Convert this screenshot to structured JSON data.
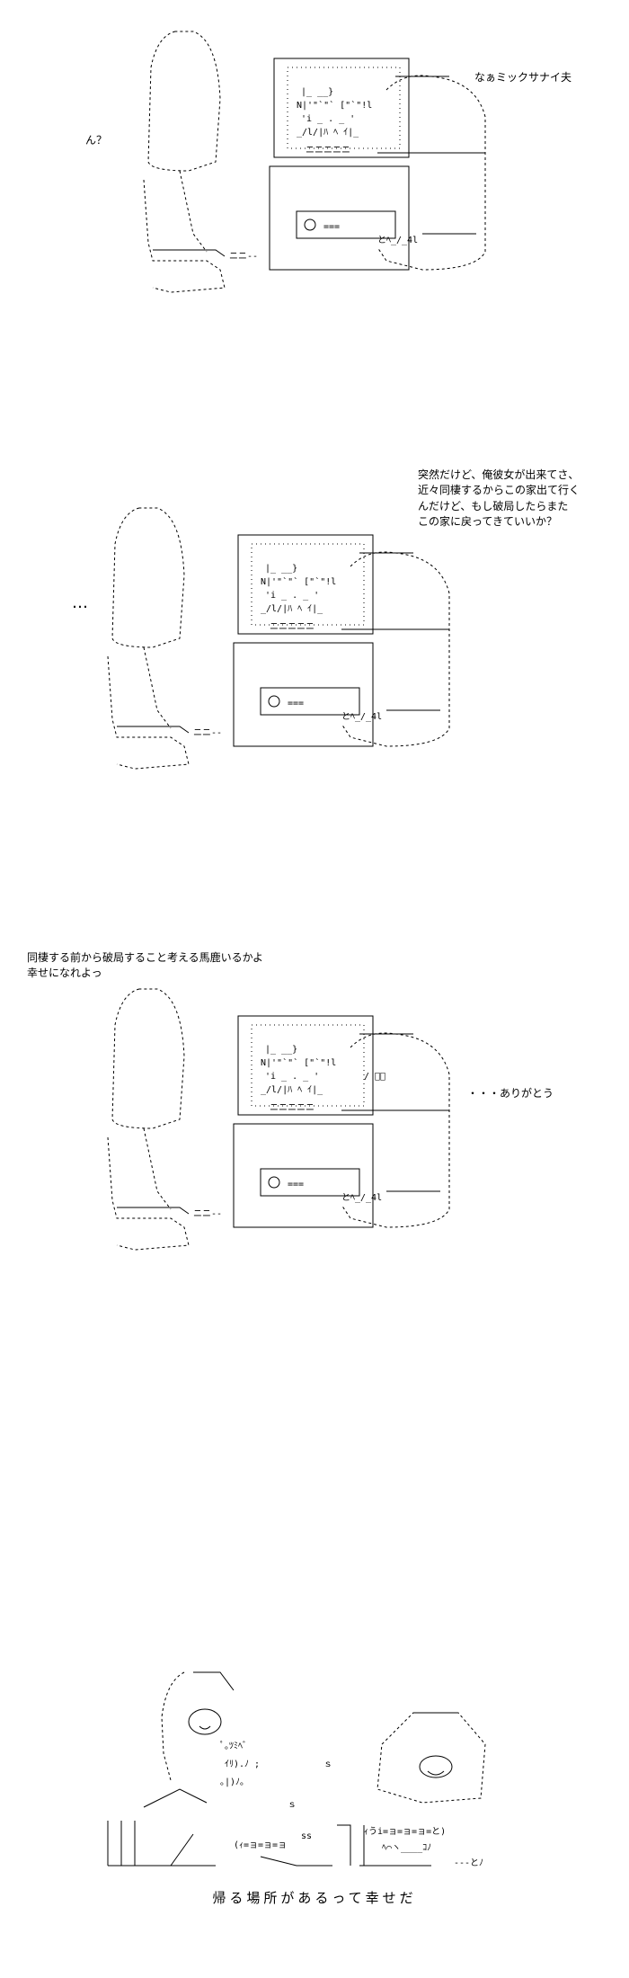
{
  "panels": [
    {
      "left_text": "ん？",
      "right_text": "なぁミックサナイ夫"
    },
    {
      "left_text": "…",
      "right_text": "突然だけど、俺彼女が出来てさ、\n近々同棲するからこの家出て行く\nんだけど、もし破局したらまた\nこの家に戻ってきていいか？"
    },
    {
      "left_text": "同棲する前から破局すること考える馬鹿いるかよ\n幸せになれよっ",
      "right_text": "・・・ありがとう"
    }
  ],
  "final": {
    "caption": "帰る場所があるって幸せだ"
  },
  "colors": {
    "background": "#ffffff",
    "ink": "#000000"
  }
}
